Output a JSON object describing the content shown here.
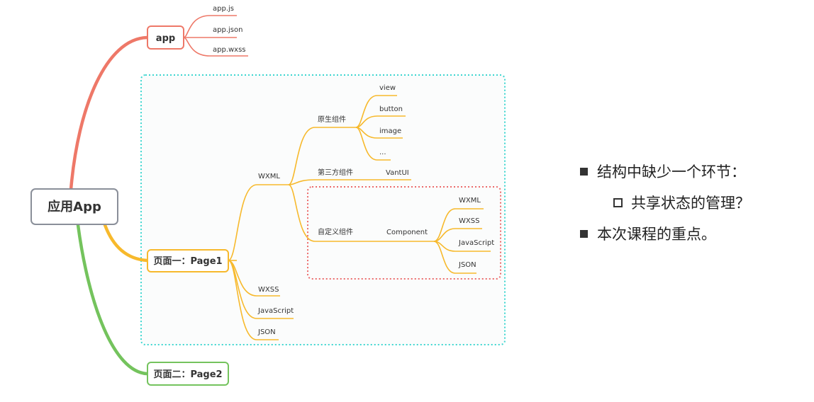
{
  "root": {
    "label": "应用App"
  },
  "app": {
    "label": "app",
    "files": [
      "app.js",
      "app.json",
      "app.wxss"
    ]
  },
  "page1": {
    "label": "页面一：Page1",
    "wxml": {
      "label": "WXML",
      "native": {
        "label": "原生组件",
        "items": [
          "view",
          "button",
          "image",
          "..."
        ]
      },
      "third_party": {
        "label": "第三方组件",
        "item": "VantUI"
      },
      "custom": {
        "label": "自定义组件",
        "component": "Component",
        "items": [
          "WXML",
          "WXSS",
          "JavaScript",
          "JSON"
        ]
      }
    },
    "wxss": "WXSS",
    "js": "JavaScript",
    "json": "JSON"
  },
  "page2": {
    "label": "页面二：Page2"
  },
  "notes": {
    "point1": "结构中缺少一个环节：",
    "point1_sub": "共享状态的管理？",
    "point2": "本次课程的重点。"
  },
  "colors": {
    "app_branch": "#ee7868",
    "page1_branch": "#f7b92c",
    "page2_branch": "#74c35d",
    "root_border": "#8a8f99",
    "page1_group_border": "#3ed6d0",
    "custom_group_border": "#ec6b6b"
  }
}
